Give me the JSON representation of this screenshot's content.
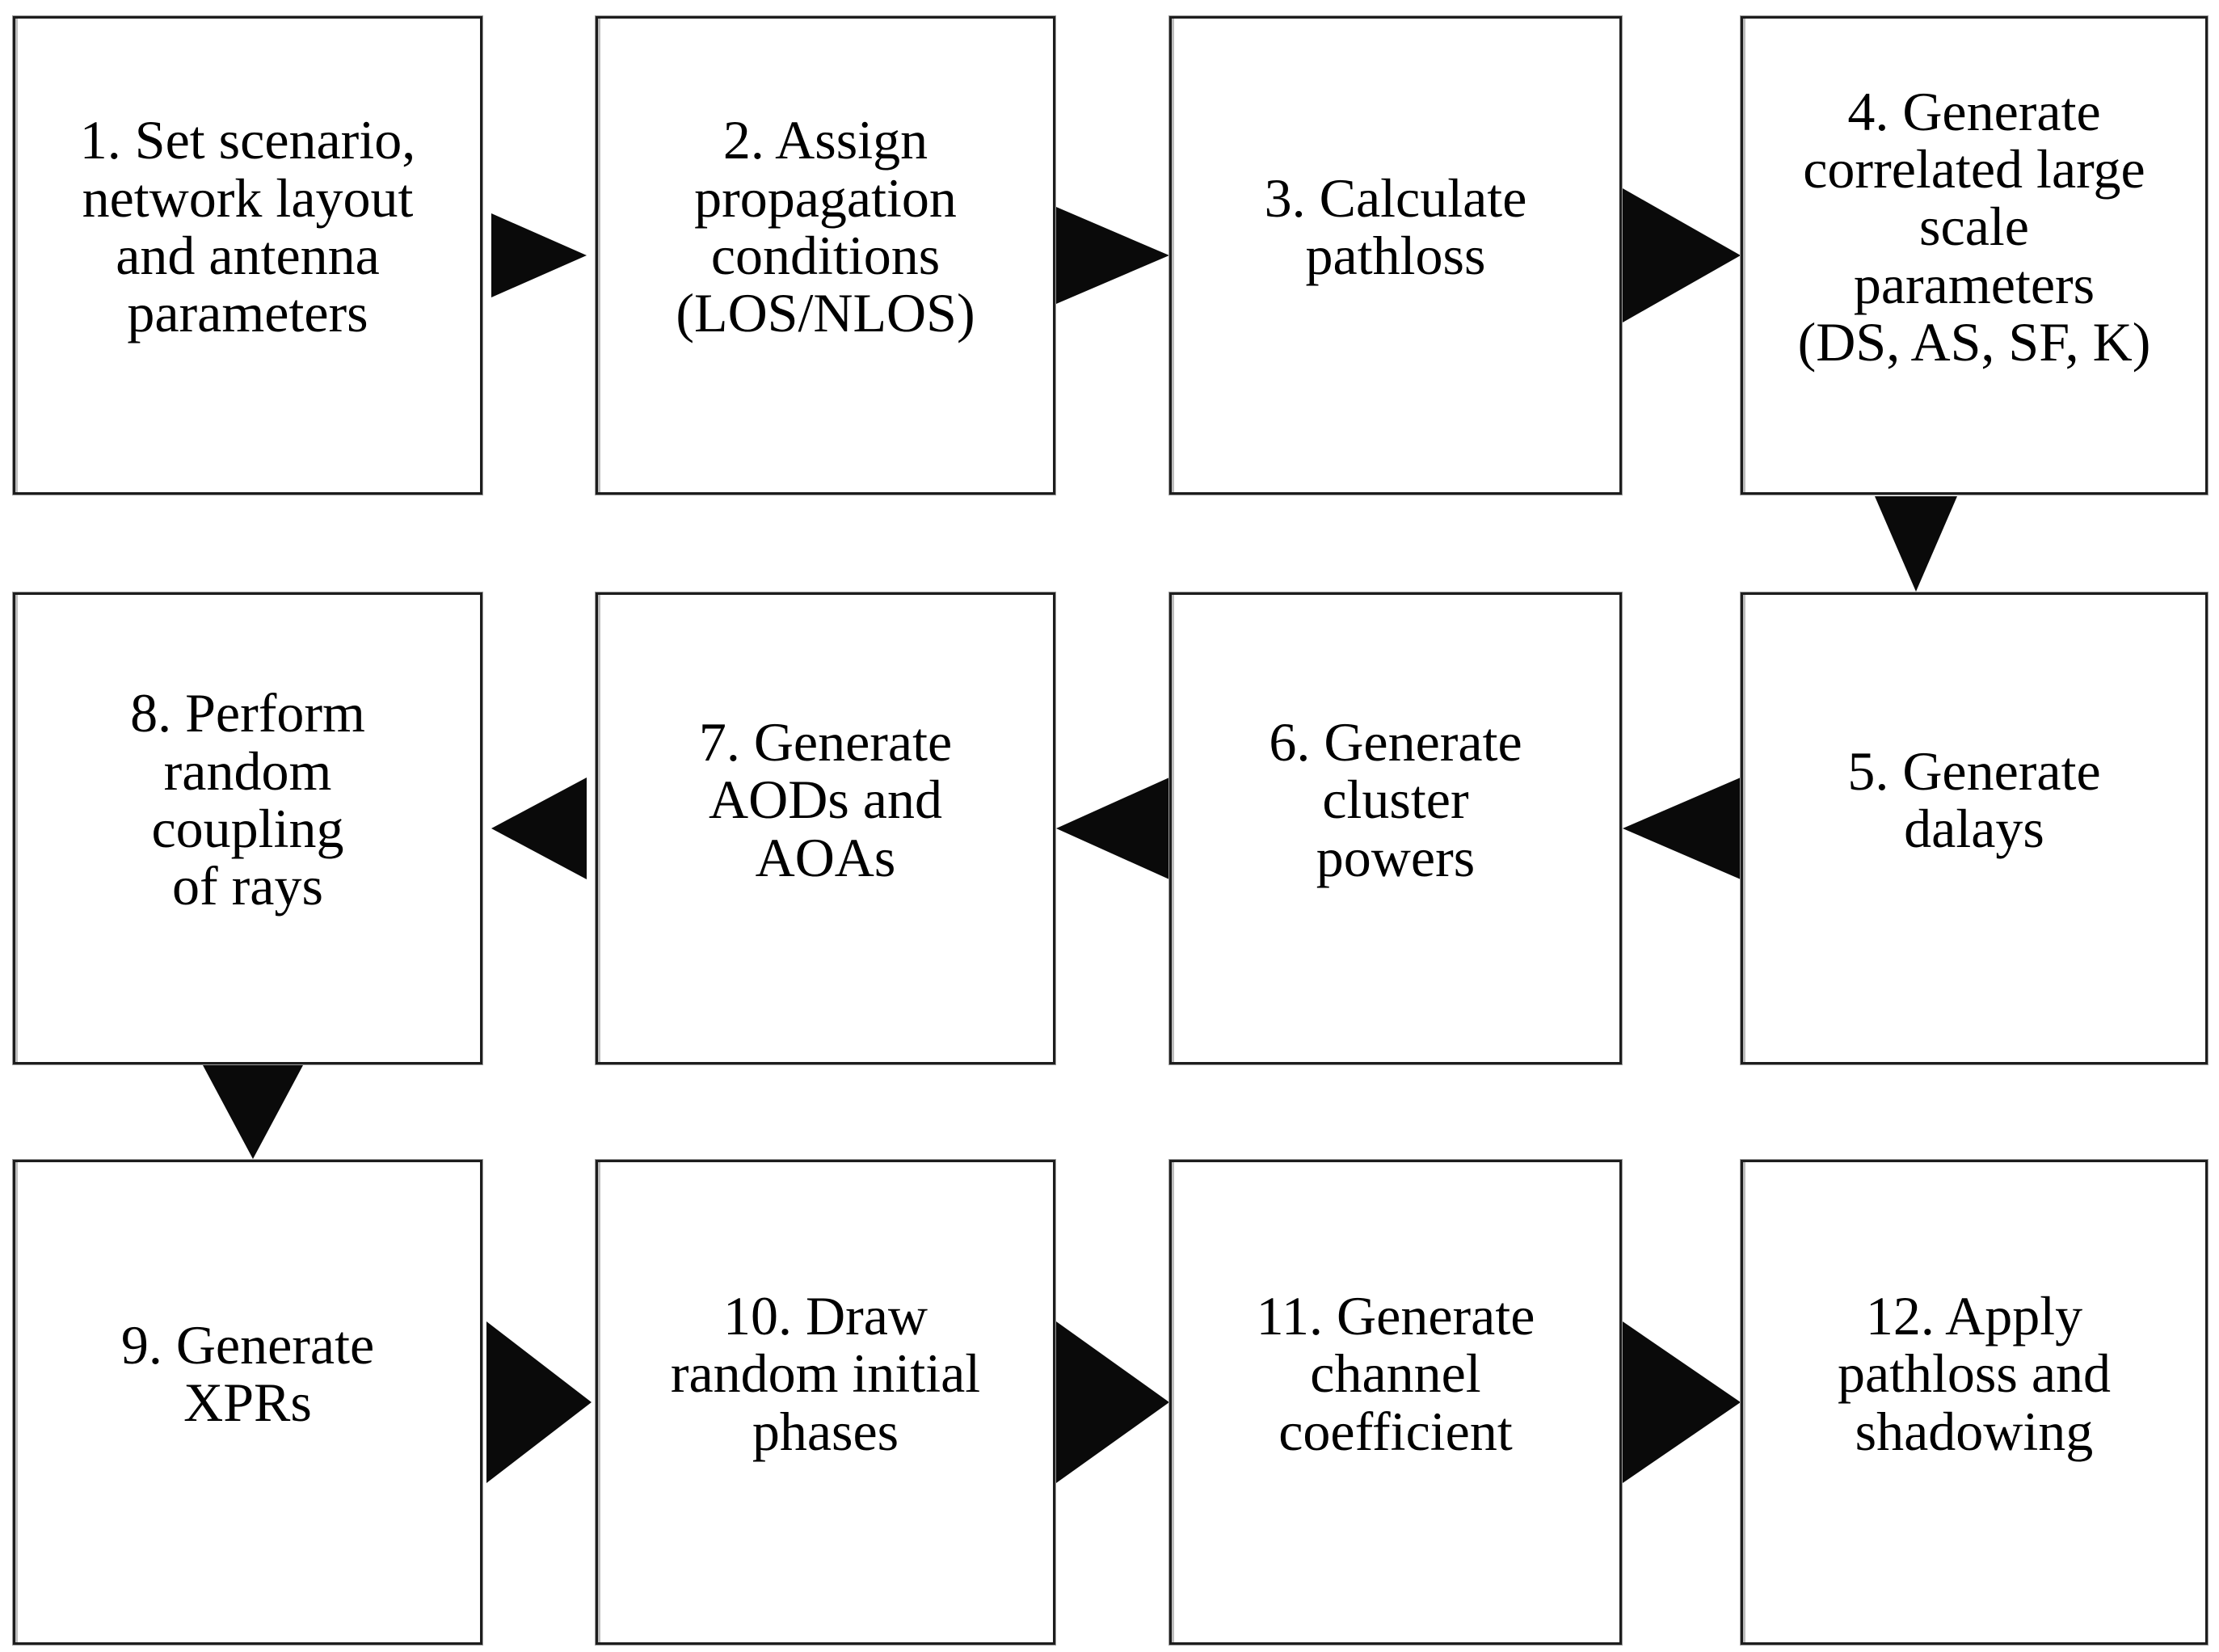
{
  "figure": {
    "type": "flowchart",
    "background": "#ffffff",
    "box_fill": "#ffffff",
    "box_border_color": "#1d1d1d",
    "arrow_color": "#0a0a0a",
    "text_color": "#000000"
  },
  "steps": [
    {
      "id": "1",
      "label": "1. Set scenario,\nnetwork layout\nand antenna\nparameters"
    },
    {
      "id": "2",
      "label": "2. Assign\npropagation\nconditions\n(LOS/NLOS)"
    },
    {
      "id": "3",
      "label": "3. Calculate\npathloss"
    },
    {
      "id": "4",
      "label": "4. Generate\ncorrelated large\nscale\nparameters\n(DS, AS, SF, K)"
    },
    {
      "id": "5",
      "label": "5. Generate\ndalays"
    },
    {
      "id": "6",
      "label": "6. Generate\ncluster\npowers"
    },
    {
      "id": "7",
      "label": "7. Generate\nAODs and\nAOAs"
    },
    {
      "id": "8",
      "label": "8. Perform\nrandom\ncoupling\nof rays"
    },
    {
      "id": "9",
      "label": "9. Generate\nXPRs"
    },
    {
      "id": "10",
      "label": "10. Draw\nrandom initial\nphases"
    },
    {
      "id": "11",
      "label": "11. Generate\nchannel\ncoefficient"
    },
    {
      "id": "12",
      "label": "12. Apply\npathloss and\nshadowing"
    }
  ],
  "connections": [
    {
      "from": "1",
      "to": "2",
      "direction": "right"
    },
    {
      "from": "2",
      "to": "3",
      "direction": "right"
    },
    {
      "from": "3",
      "to": "4",
      "direction": "right"
    },
    {
      "from": "4",
      "to": "5",
      "direction": "down"
    },
    {
      "from": "5",
      "to": "6",
      "direction": "left"
    },
    {
      "from": "6",
      "to": "7",
      "direction": "left"
    },
    {
      "from": "7",
      "to": "8",
      "direction": "left"
    },
    {
      "from": "8",
      "to": "9",
      "direction": "down"
    },
    {
      "from": "9",
      "to": "10",
      "direction": "right"
    },
    {
      "from": "10",
      "to": "11",
      "direction": "right"
    },
    {
      "from": "11",
      "to": "12",
      "direction": "right"
    }
  ]
}
